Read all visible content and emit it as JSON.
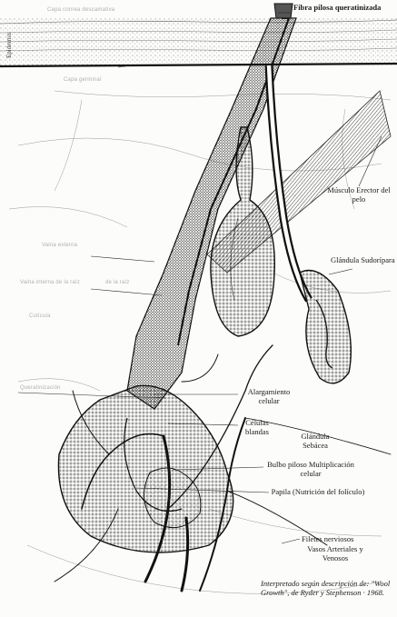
{
  "labels": {
    "epidermis": "Epidermis",
    "capa_cornea": "Capa cornea descamativa",
    "capa_germinal": "Capa germinal",
    "fibra_1": "Fibra pilosa",
    "fibra_2": "queratinizada",
    "musculo_1": "Músculo",
    "musculo_2": "Erector",
    "musculo_3": "del pelo",
    "sudoripara_1": "Glándula",
    "sudoripara_2": "Sudorípara",
    "vaina_1": "Vaina externa",
    "vaina_2": "Vaina interna de la raíz",
    "vaina_3": "de la raíz",
    "cuticula": "Cutícula",
    "queratinizacion": "Queratinización",
    "alargamiento_1": "Alargamiento",
    "alargamiento_2": "celular",
    "celulas_1": "Células",
    "celulas_2": "blandas",
    "sebacea_1": "Glándula",
    "sebacea_2": "Sebácea",
    "bulbo_1": "Bulbo piloso",
    "bulbo_2": "Multiplicación celular",
    "papila_1": "Papila",
    "papila_2": "(Nutrición del folículo)",
    "filetes": "Filetes nerviosos",
    "vasos_1": "Vasos",
    "vasos_2": "Arteriales",
    "vasos_3": "y Venosos"
  },
  "credit": {
    "line1": "Interpretado según descripción",
    "line2": "de: \"Wool Growth\", de",
    "line3": "Ryder y Stephenson · 1968."
  }
}
